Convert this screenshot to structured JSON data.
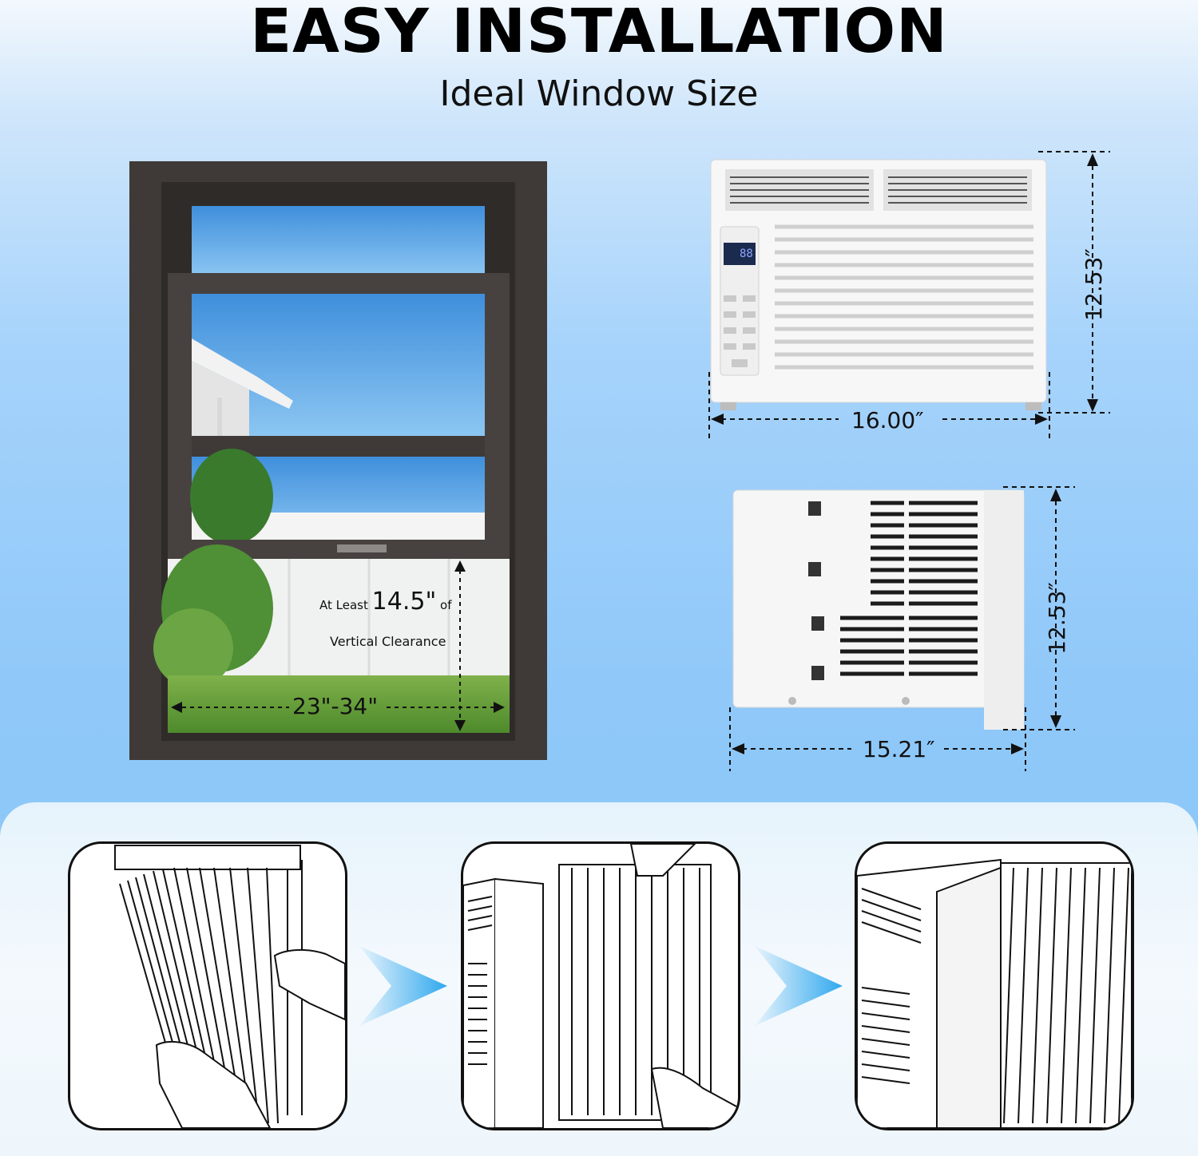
{
  "header": {
    "title": "EASY INSTALLATION",
    "subtitle": "Ideal Window Size"
  },
  "window_diagram": {
    "clearance_prefix": "At Least",
    "clearance_value": "14.5\"",
    "clearance_suffix": "of",
    "clearance_caption": "Vertical Clearance",
    "width_range": "23\"-34\""
  },
  "ac_front": {
    "width_label": "16.00″",
    "height_label": "12.53″",
    "display_digits": "88"
  },
  "ac_side": {
    "width_label": "15.21″",
    "height_label": "12.53″"
  },
  "colors": {
    "frame": "#3f3a37",
    "sky": "#4aa3e6",
    "arrow": "#2fa8ee",
    "panel": "#eef6fc"
  },
  "steps": [
    {
      "icon": "curtain-panel-extend-icon"
    },
    {
      "icon": "curtain-panel-attach-icon"
    },
    {
      "icon": "curtain-panel-installed-icon"
    }
  ]
}
